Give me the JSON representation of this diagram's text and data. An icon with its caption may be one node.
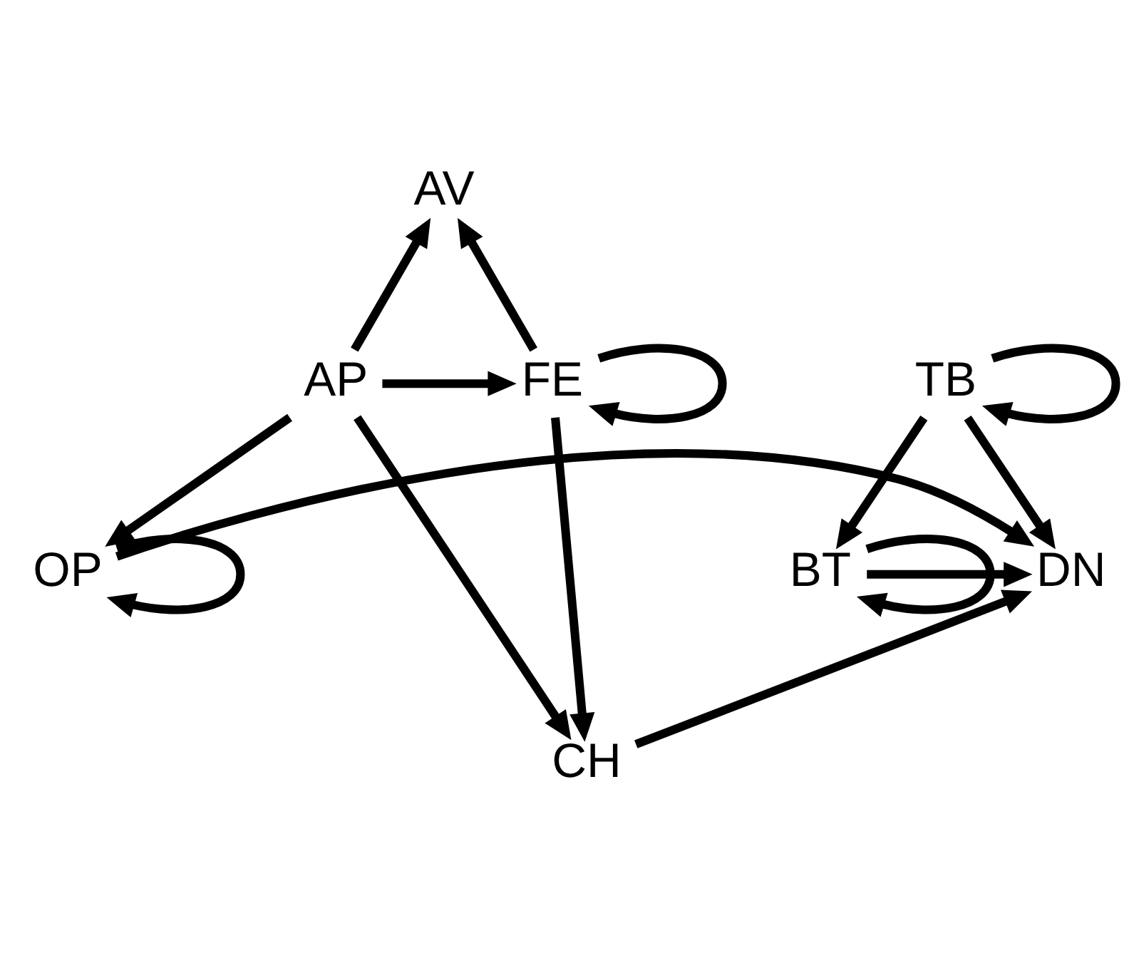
{
  "diagram": {
    "nodes": [
      {
        "text": [
          "AV"
        ]
      },
      {
        "text": [
          "AP"
        ]
      },
      {
        "text": [
          "FE"
        ]
      },
      {
        "text": [
          "TB"
        ]
      },
      {
        "text": [
          "OP"
        ]
      },
      {
        "text": [
          "DN"
        ]
      },
      {
        "text": [
          "BT"
        ]
      },
      {
        "text": [
          "CH"
        ]
      }
    ],
    "edges": [
      {
        "from": 1,
        "to": 0,
        "arrow": "to"
      },
      {
        "from": 2,
        "to": 0,
        "arrow": "to"
      },
      {
        "from": 2,
        "to": 2,
        "arrow": "to"
      },
      {
        "from": 1,
        "to": 2,
        "arrow": "to"
      },
      {
        "from": 3,
        "to": 3,
        "arrow": "to"
      },
      {
        "from": 1,
        "to": 4,
        "arrow": "to"
      },
      {
        "from": 1,
        "to": 7,
        "arrow": "to"
      },
      {
        "from": 2,
        "to": 7,
        "arrow": "to"
      },
      {
        "from": 3,
        "to": 5,
        "arrow": "to"
      },
      {
        "from": 3,
        "to": 6,
        "arrow": "to"
      },
      {
        "from": 4,
        "to": 5,
        "arrow": "to"
      },
      {
        "from": 6,
        "to": 5,
        "arrow": "to"
      },
      {
        "from": 4,
        "to": 4,
        "arrow": "to"
      },
      {
        "from": 6,
        "to": 6,
        "arrow": "to"
      },
      {
        "from": 7,
        "to": 5,
        "arrow": "to"
      }
    ]
  }
}
